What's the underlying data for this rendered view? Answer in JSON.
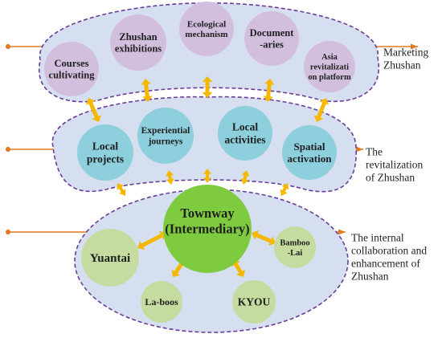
{
  "colors": {
    "band_fill": "#d6dff0",
    "band_stroke": "#6a3d99",
    "top_node": "#d2bfde",
    "mid_node": "#8ecfdd",
    "center_node": "#7ecb3f",
    "bottom_node": "#c6dba0",
    "arrow": "#f5b800",
    "line": "#e07a1f"
  },
  "top_band": {
    "nodes": [
      [
        "Courses",
        "cultivating"
      ],
      [
        "Zhushan",
        "exhibitions"
      ],
      [
        "Ecological",
        "mechanism"
      ],
      [
        "Document",
        "-aries"
      ],
      [
        "Asia",
        "revitalizati",
        "on platform"
      ]
    ],
    "side_label": [
      "Marketing",
      "Zhushan"
    ]
  },
  "middle_band": {
    "nodes": [
      [
        "Local",
        "projects"
      ],
      [
        "Experiential",
        "journeys"
      ],
      [
        "Local",
        "activities"
      ],
      [
        "Spatial",
        "activation"
      ]
    ],
    "side_label": [
      "The",
      "revitalization",
      "of Zhushan"
    ]
  },
  "bottom_band": {
    "center": [
      "Townway",
      "(Intermediary)"
    ],
    "nodes": [
      [
        "Yuantai"
      ],
      [
        "La-boos"
      ],
      [
        "KYOU"
      ],
      [
        "Bamboo",
        "-Lai"
      ]
    ],
    "side_label": [
      "The internal",
      "collaboration and",
      "enhancement of",
      "Zhushan"
    ]
  }
}
